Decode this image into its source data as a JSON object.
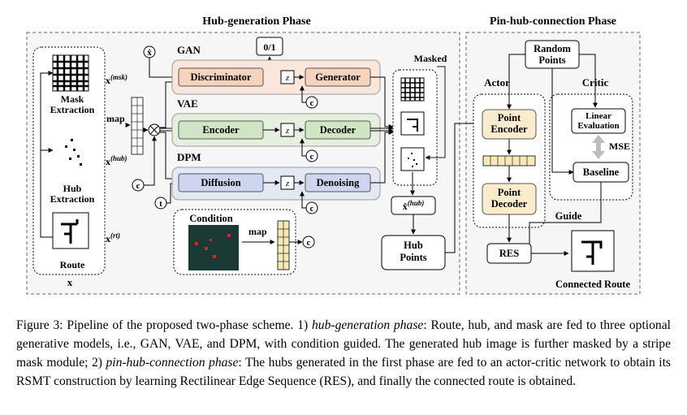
{
  "phases": {
    "hub_generation": "Hub-generation Phase",
    "pin_hub_connection": "Pin-hub-connection Phase"
  },
  "inputs": {
    "mask_extraction": "Mask Extraction",
    "hub_extraction": "Hub Extraction",
    "route": "Route",
    "x": "x",
    "x_msk": "x",
    "x_msk_sup": "(msk)",
    "x_hub": "x",
    "x_hub_sup": "(hub)",
    "x_rt": "x",
    "x_rt_sup": "(rt)",
    "map": "map"
  },
  "symbols": {
    "xhat": "x̂",
    "c": "c",
    "t": "t",
    "z": "z",
    "otimes": "⊗"
  },
  "models": {
    "gan": {
      "label": "GAN",
      "left": "Discriminator",
      "right": "Generator",
      "output": "0/1"
    },
    "vae": {
      "label": "VAE",
      "left": "Encoder",
      "right": "Decoder"
    },
    "dpm": {
      "label": "DPM",
      "left": "Diffusion",
      "right": "Denoising"
    }
  },
  "condition": {
    "title": "Condition",
    "map": "map"
  },
  "masked": {
    "label": "Masked",
    "xhat_hub": "x̂",
    "xhat_hub_sup": "(hub)",
    "hub_points_line1": "Hub",
    "hub_points_line2": "Points"
  },
  "pin_hub": {
    "random_points_line1": "Random",
    "random_points_line2": "Points",
    "actor": "Actor",
    "critic": "Critic",
    "point_encoder_line1": "Point",
    "point_encoder_line2": "Encoder",
    "point_decoder_line1": "Point",
    "point_decoder_line2": "Decoder",
    "linear_eval_line1": "Linear",
    "linear_eval_line2": "Evaluation",
    "mse": "MSE",
    "baseline": "Baseline",
    "guide": "Guide",
    "res": "RES",
    "connected_route": "Connected Route"
  },
  "caption": {
    "prefix": "Figure 3:  Pipeline of the proposed two-phase scheme. 1) ",
    "italic1": "hub-generation phase",
    "mid1": ": Route, hub, and mask are fed to three optional generative models, i.e., GAN, VAE, and DPM, with condition guided. The generated hub image is further masked by a stripe mask module; 2) ",
    "italic2": "pin-hub-connection phase",
    "mid2": ": The hubs generated in the first phase are fed to an actor-critic network to obtain its RSMT construction by learning Rectilinear Edge Sequence (RES), and finally the connected route is obtained."
  },
  "colors": {
    "gan_fill": "#fbe6dc",
    "gan_block": "#f7d3bd",
    "vae_fill": "#e5f0df",
    "vae_block": "#cfe5c6",
    "dpm_fill": "#e4e8f4",
    "dpm_block": "#cdd6ee",
    "point_fill": "#fbeccd",
    "strip_fill": "#f6e9b8",
    "condition_bg": "#1b3a36",
    "condition_dot": "#d8232a",
    "arrow_gray": "#bdbdbd"
  }
}
